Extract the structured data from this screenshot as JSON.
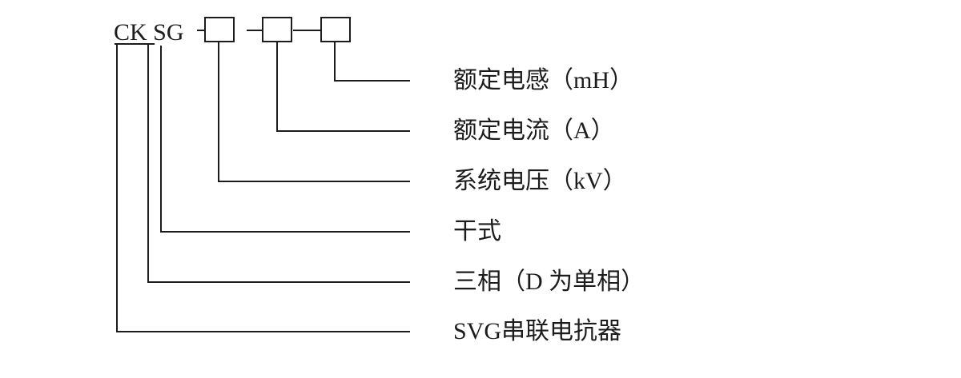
{
  "diagram": {
    "model_prefix": "CK SG",
    "code_box_count": 3,
    "labels": [
      {
        "key": "rated-inductance",
        "text": "额定电感（mH）"
      },
      {
        "key": "rated-current",
        "text": "额定电流（A）"
      },
      {
        "key": "system-voltage",
        "text": "系统电压（kV）"
      },
      {
        "key": "dry-type",
        "text": "干式"
      },
      {
        "key": "phase",
        "text": "三相（D 为单相）"
      },
      {
        "key": "product-type",
        "text": "SVG串联电抗器"
      }
    ],
    "colors": {
      "line": "#1c1c1c",
      "background": "#ffffff"
    }
  }
}
